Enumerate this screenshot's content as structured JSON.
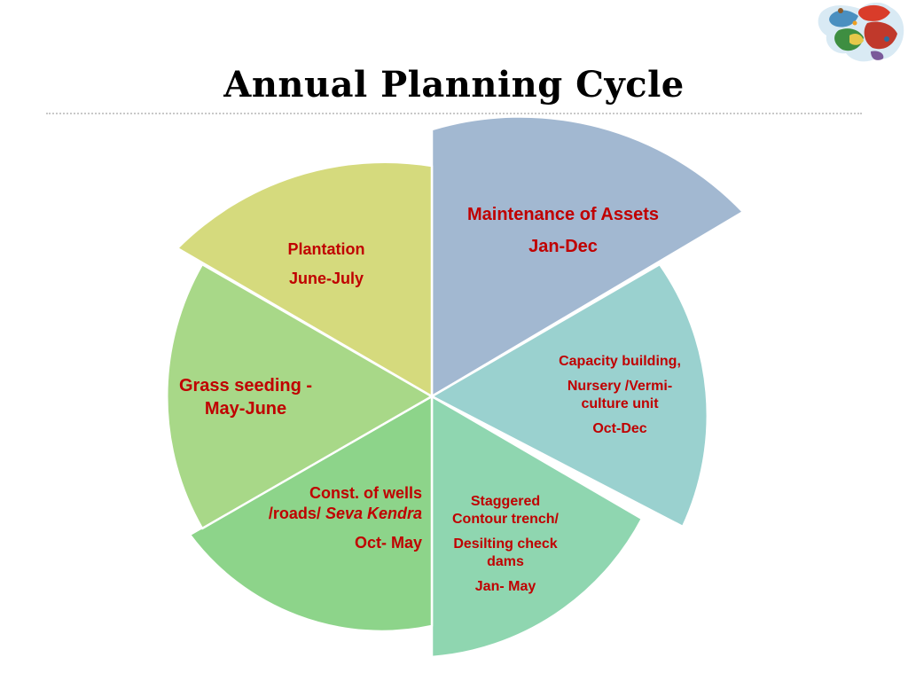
{
  "title": "Annual Planning Cycle",
  "colors": {
    "text": "#c00000",
    "maintenance": "#a2b8d1",
    "capacity": "#9ad1cf",
    "staggered": "#8fd6b0",
    "const": "#8dd48a",
    "grass": "#a8d888",
    "plantation": "#d5da7d"
  },
  "segments": {
    "maintenance": {
      "activity": "Maintenance of Assets",
      "period": "Jan-Dec"
    },
    "capacity": {
      "line1": "Capacity building,",
      "line2": "Nursery /Vermi-culture unit",
      "period": "Oct-Dec"
    },
    "staggered": {
      "line1": "Staggered Contour trench/",
      "line2": "Desilting check dams",
      "period": "Jan- May"
    },
    "const": {
      "line1a": "Const. of  wells /roads/ ",
      "line1b": "Seva Kendra",
      "period": "Oct- May"
    },
    "grass": {
      "activity": "Grass seeding -  May-June"
    },
    "plantation": {
      "activity": "Plantation",
      "period": "June-July"
    }
  }
}
